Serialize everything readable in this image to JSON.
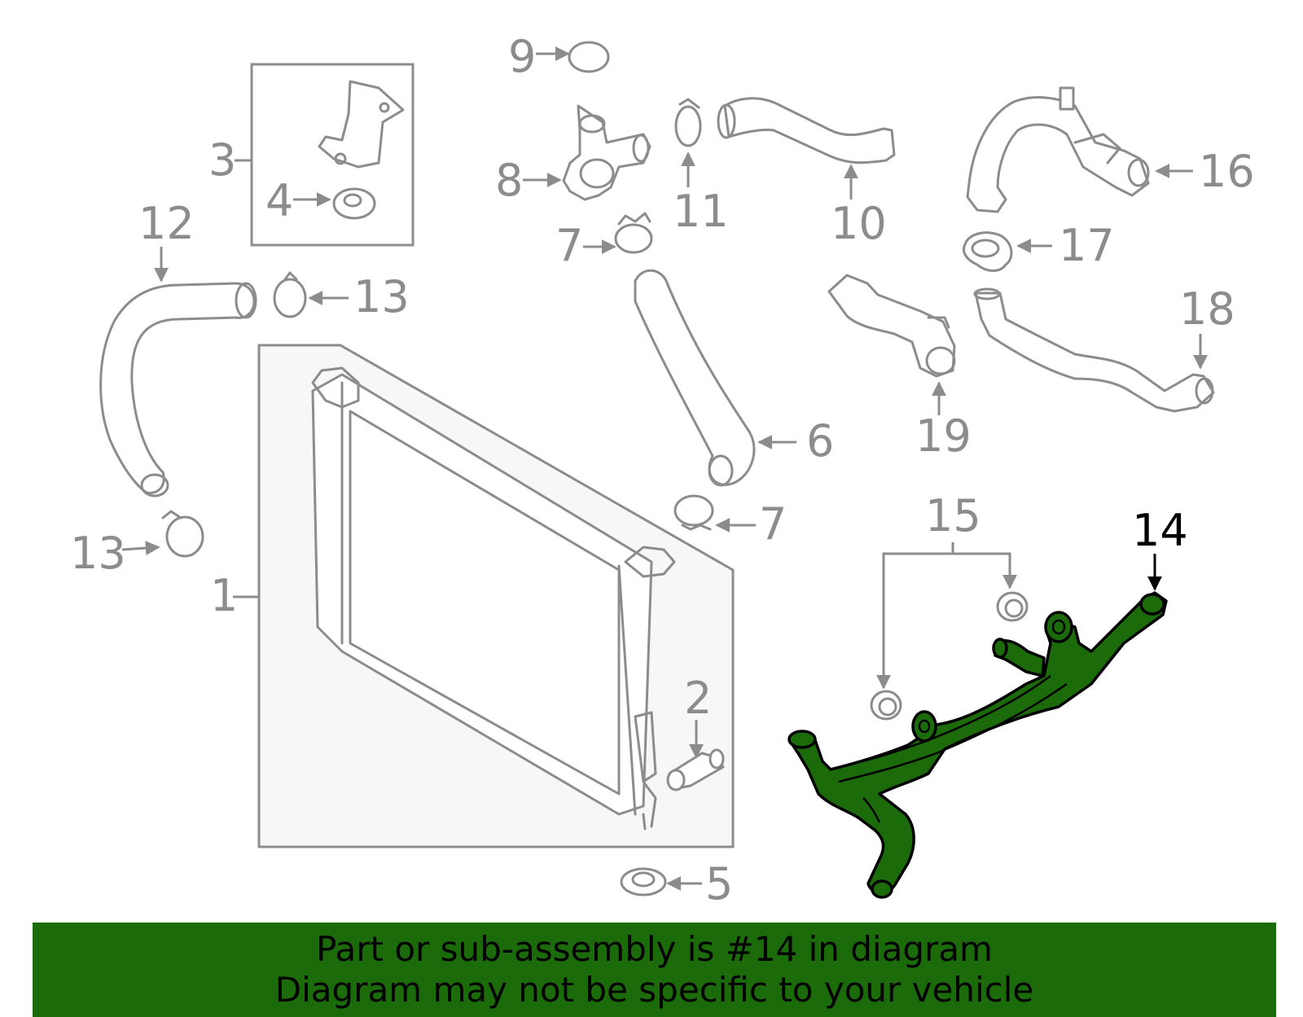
{
  "diagram": {
    "highlighted_part": "14",
    "callouts": {
      "c1": "1",
      "c2": "2",
      "c3": "3",
      "c4": "4",
      "c5": "5",
      "c6": "6",
      "c7a": "7",
      "c7b": "7",
      "c8": "8",
      "c9": "9",
      "c10": "10",
      "c11": "11",
      "c12": "12",
      "c13a": "13",
      "c13b": "13",
      "c14": "14",
      "c15": "15",
      "c16": "16",
      "c17": "17",
      "c18": "18",
      "c19": "19"
    },
    "colors": {
      "highlight": "#1c6b0b",
      "part_stroke": "#8c8c8c",
      "banner": "#1c6b0b"
    }
  },
  "banner": {
    "line1": "Part or sub-assembly is #14 in diagram",
    "line2": "Diagram may not be specific to your vehicle"
  }
}
